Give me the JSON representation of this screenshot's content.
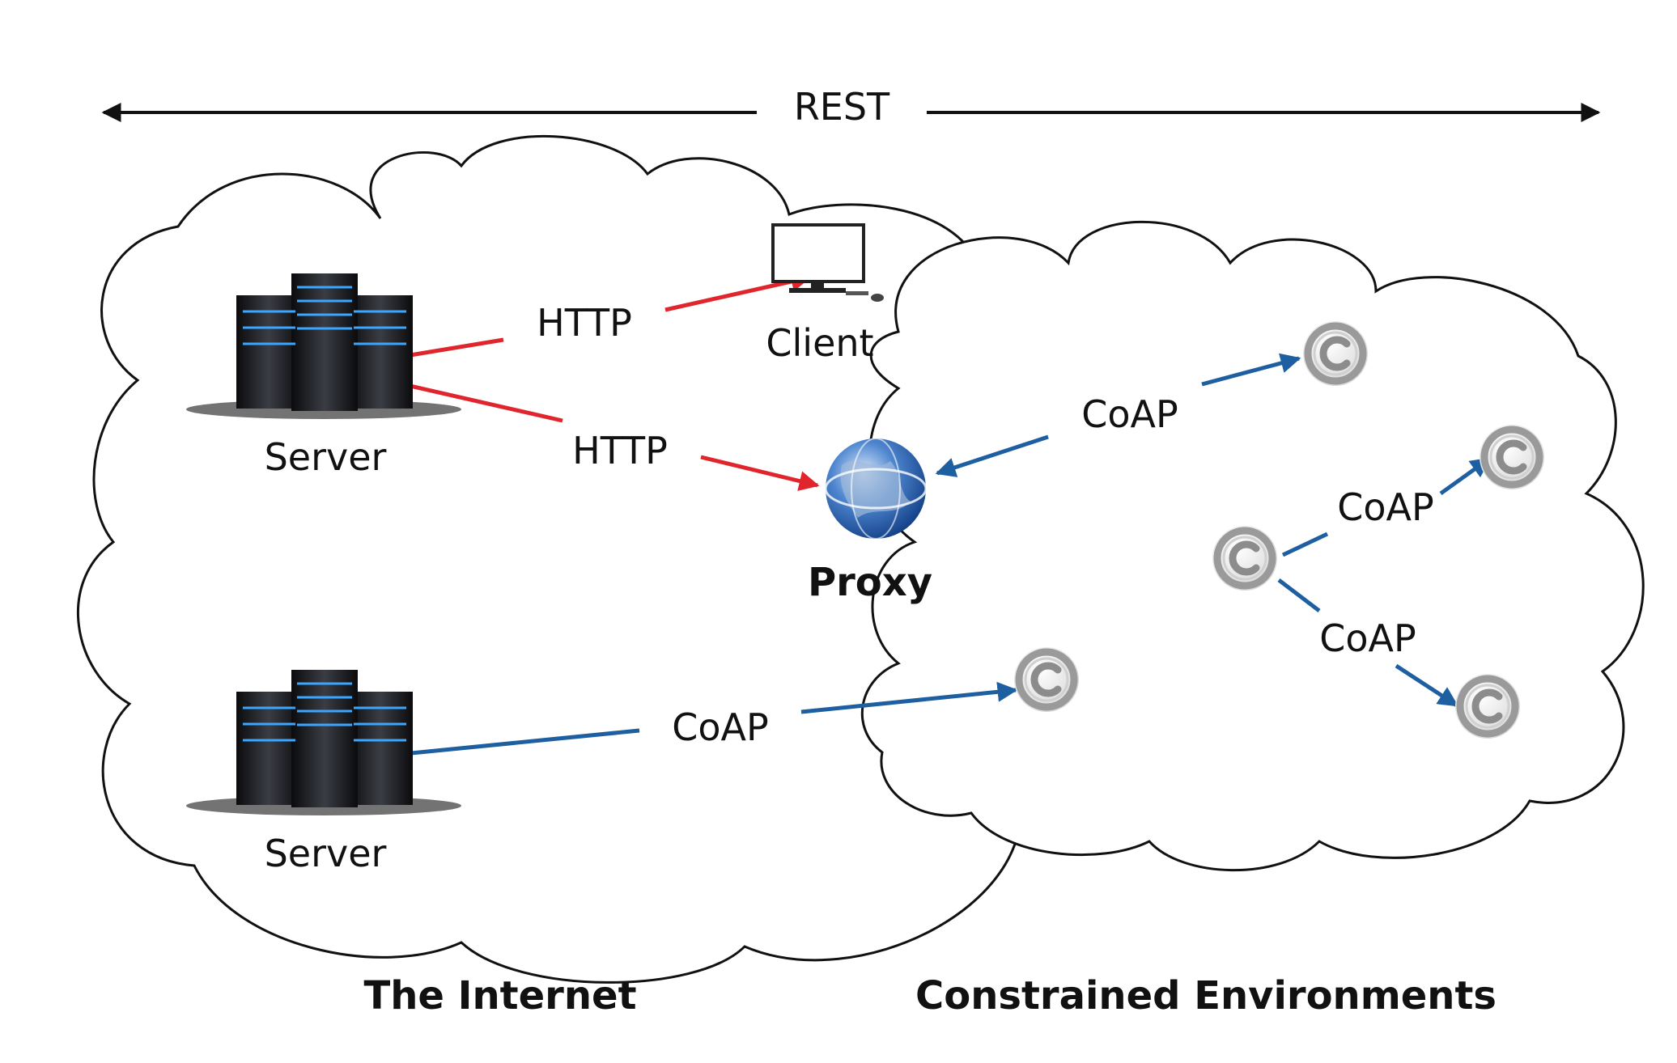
{
  "rest_label": "REST",
  "clouds": {
    "internet_title": "The Internet",
    "constrained_title": "Constrained Environments"
  },
  "nodes": {
    "server_top": "Server",
    "server_bottom": "Server",
    "client": "Client",
    "proxy": "Proxy"
  },
  "links": {
    "http_client": "HTTP",
    "http_proxy": "HTTP",
    "coap_proxy": "CoAP",
    "coap_server_bottom": "CoAP",
    "coap_branch_up": "CoAP",
    "coap_branch_down": "CoAP"
  },
  "colors": {
    "http": "#e0262c",
    "coap": "#1d5fa0",
    "outline": "#111111"
  }
}
